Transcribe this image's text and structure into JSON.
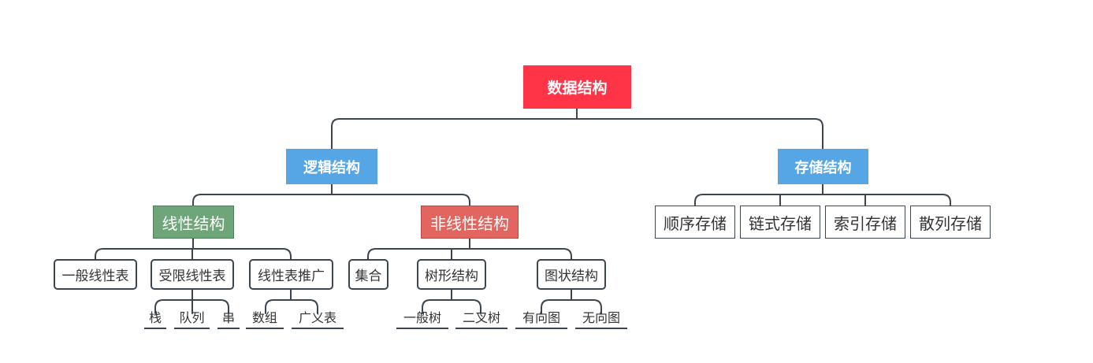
{
  "root": {
    "label": "数据结构"
  },
  "logical": {
    "label": "逻辑结构",
    "linear": {
      "label": "线性结构",
      "items": {
        "general": "一般线性表",
        "restricted": "受限线性表",
        "generalized": "线性表推广"
      },
      "restricted_children": [
        "栈",
        "队列",
        "串"
      ],
      "generalized_children": [
        "数组",
        "广义表"
      ]
    },
    "nonlinear": {
      "label": "非线性结构",
      "items": {
        "set": "集合",
        "tree": "树形结构",
        "graph": "图状结构"
      },
      "tree_children": [
        "一般树",
        "二叉树"
      ],
      "graph_children": [
        "有向图",
        "无向图"
      ]
    }
  },
  "storage": {
    "label": "存储结构",
    "items": [
      "顺序存储",
      "链式存储",
      "索引存储",
      "散列存储"
    ]
  },
  "colors": {
    "root": "#ff3547",
    "main": "#56a6e6",
    "linear": "#6fa679",
    "nonlinear": "#e2665f",
    "connector": "#3c4550"
  }
}
